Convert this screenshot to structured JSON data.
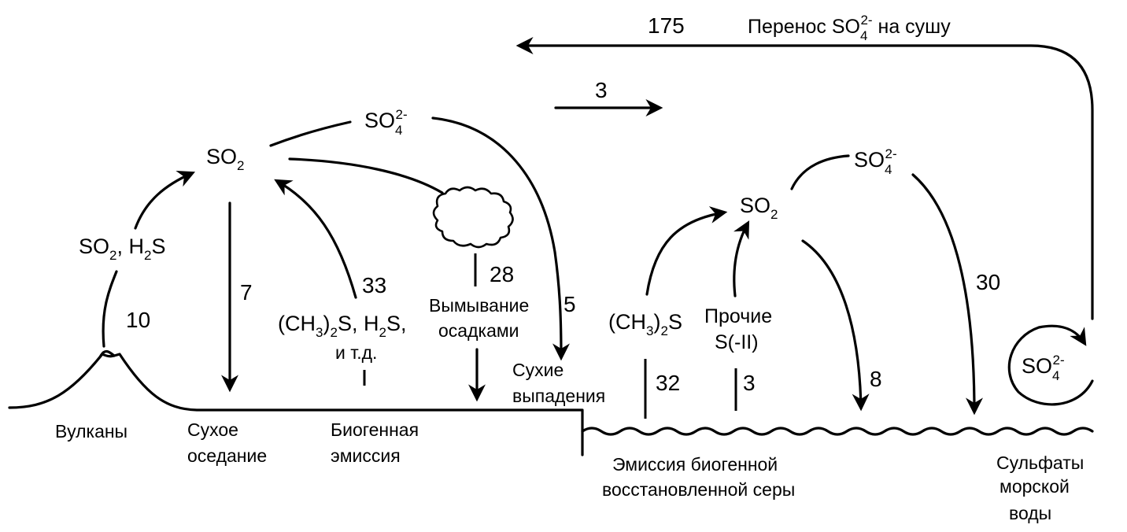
{
  "colors": {
    "ink": "#000000",
    "background": "#ffffff"
  },
  "top": {
    "transport_value": "175",
    "transport_text": "Перенос",
    "transport_suffix": "на сушу",
    "ocean_flow_value": "3"
  },
  "species": {
    "so2": "SO",
    "so2_sub": "2",
    "so4": "SO",
    "so4_sub": "4",
    "so4_sup": "2-",
    "volcanic_gas_a": "SO",
    "volcanic_gas_a_sub": "2",
    "volcanic_gas_sep": ", H",
    "volcanic_gas_b_sub": "2",
    "volcanic_gas_end": "S",
    "dms_open": "(CH",
    "dms_sub3": "3",
    "dms_close": ")",
    "dms_sub2": "2",
    "dms_end": "S",
    "land_bio_sep": ", H",
    "land_bio_sub": "2",
    "land_bio_end": "S,",
    "land_bio_etc": "и т.д.",
    "other_line1": "Прочие",
    "other_line2": "S(-II)"
  },
  "land": {
    "volcano_value": "10",
    "dry_settling_value": "7",
    "biogenic_value": "33",
    "washout_value": "28",
    "washout_line1": "Вымывание",
    "washout_line2": "осадками",
    "dry_fallout_value": "5",
    "dry_fallout_line1": "Сухие",
    "dry_fallout_line2": "выпадения",
    "volcanoes_label": "Вулканы",
    "dry_settling_line1": "Сухое",
    "dry_settling_line2": "оседание",
    "biogenic_line1": "Биогенная",
    "biogenic_line2": "эмиссия"
  },
  "ocean": {
    "dms_value": "32",
    "other_value": "3",
    "deposition_value": "8",
    "sulfate_dep_value": "30",
    "emission_line1": "Эмиссия биогенной",
    "emission_line2": "восстановленной серы",
    "seawater_line1": "Сульфаты",
    "seawater_line2": "морской",
    "seawater_line3": "воды"
  }
}
